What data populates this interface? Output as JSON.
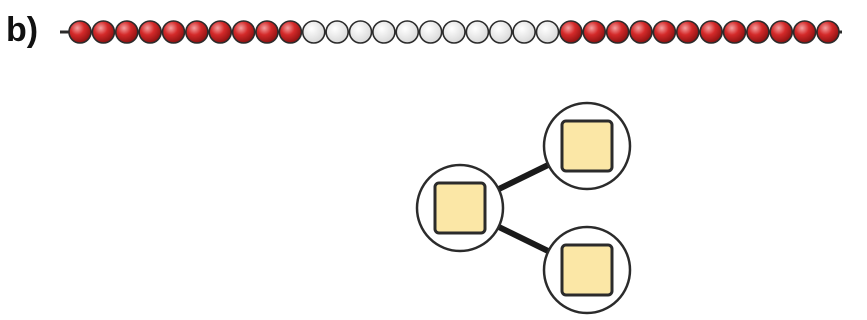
{
  "figure": {
    "panel_label": "b)"
  },
  "bead_chain": {
    "segments": [
      {
        "state": "filled",
        "count": 10
      },
      {
        "state": "empty",
        "count": 11
      },
      {
        "state": "filled",
        "count": 12
      }
    ],
    "colors": {
      "filled_fill": "#d42a2a",
      "filled_highlight": "#f4a0a0",
      "empty_fill": "#f2f2f2",
      "outline": "#2b2b2b"
    }
  },
  "tree": {
    "nodes": [
      {
        "id": "root"
      },
      {
        "id": "upper-child"
      },
      {
        "id": "lower-child"
      }
    ],
    "edges": [
      {
        "from": "root",
        "to": "upper-child"
      },
      {
        "from": "root",
        "to": "lower-child"
      }
    ],
    "colors": {
      "box_fill": "#fbe7a6",
      "box_stroke": "#2b2b2b",
      "circle_stroke": "#2b2b2b",
      "edge_stroke": "#1a1a1a"
    }
  }
}
